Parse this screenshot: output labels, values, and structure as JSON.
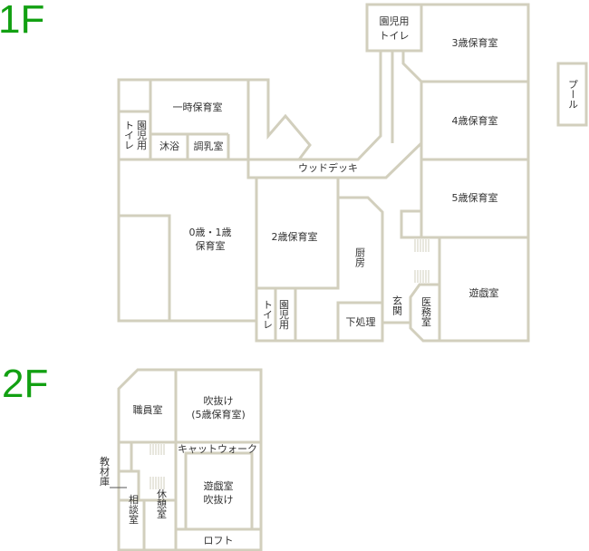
{
  "floors": {
    "first": "1F",
    "second": "2F"
  },
  "rooms_1f": {
    "toilet_top": [
      "園児用",
      "トイレ"
    ],
    "age3": "3歳保育室",
    "pool": "プール",
    "temporary": "一時保育室",
    "toilet_left_col1": "園児用",
    "toilet_left_col2": "トイレ",
    "bath": "沐浴",
    "milk": "調乳室",
    "age4": "4歳保育室",
    "deck": "ウッドデッキ",
    "age5": "5歳保育室",
    "age01": [
      "0歳・1歳",
      "保育室"
    ],
    "age2": "2歳保育室",
    "kitchen": "厨房",
    "playroom": "遊戯室",
    "entrance": "玄関",
    "medical": "医務室",
    "toilet_bottom_col1": "園児用",
    "toilet_bottom_col2": "トイレ",
    "prep": "下処理"
  },
  "rooms_2f": {
    "staff": "職員室",
    "atrium": [
      "吹抜け",
      "(5歳保育室)"
    ],
    "catwalk": "キャットウォーク",
    "materials": "教材庫",
    "playroom_atrium": [
      "遊戯室",
      "吹抜け"
    ],
    "consultation": "相談室",
    "rest": "休憩室",
    "loft": "ロフト"
  }
}
